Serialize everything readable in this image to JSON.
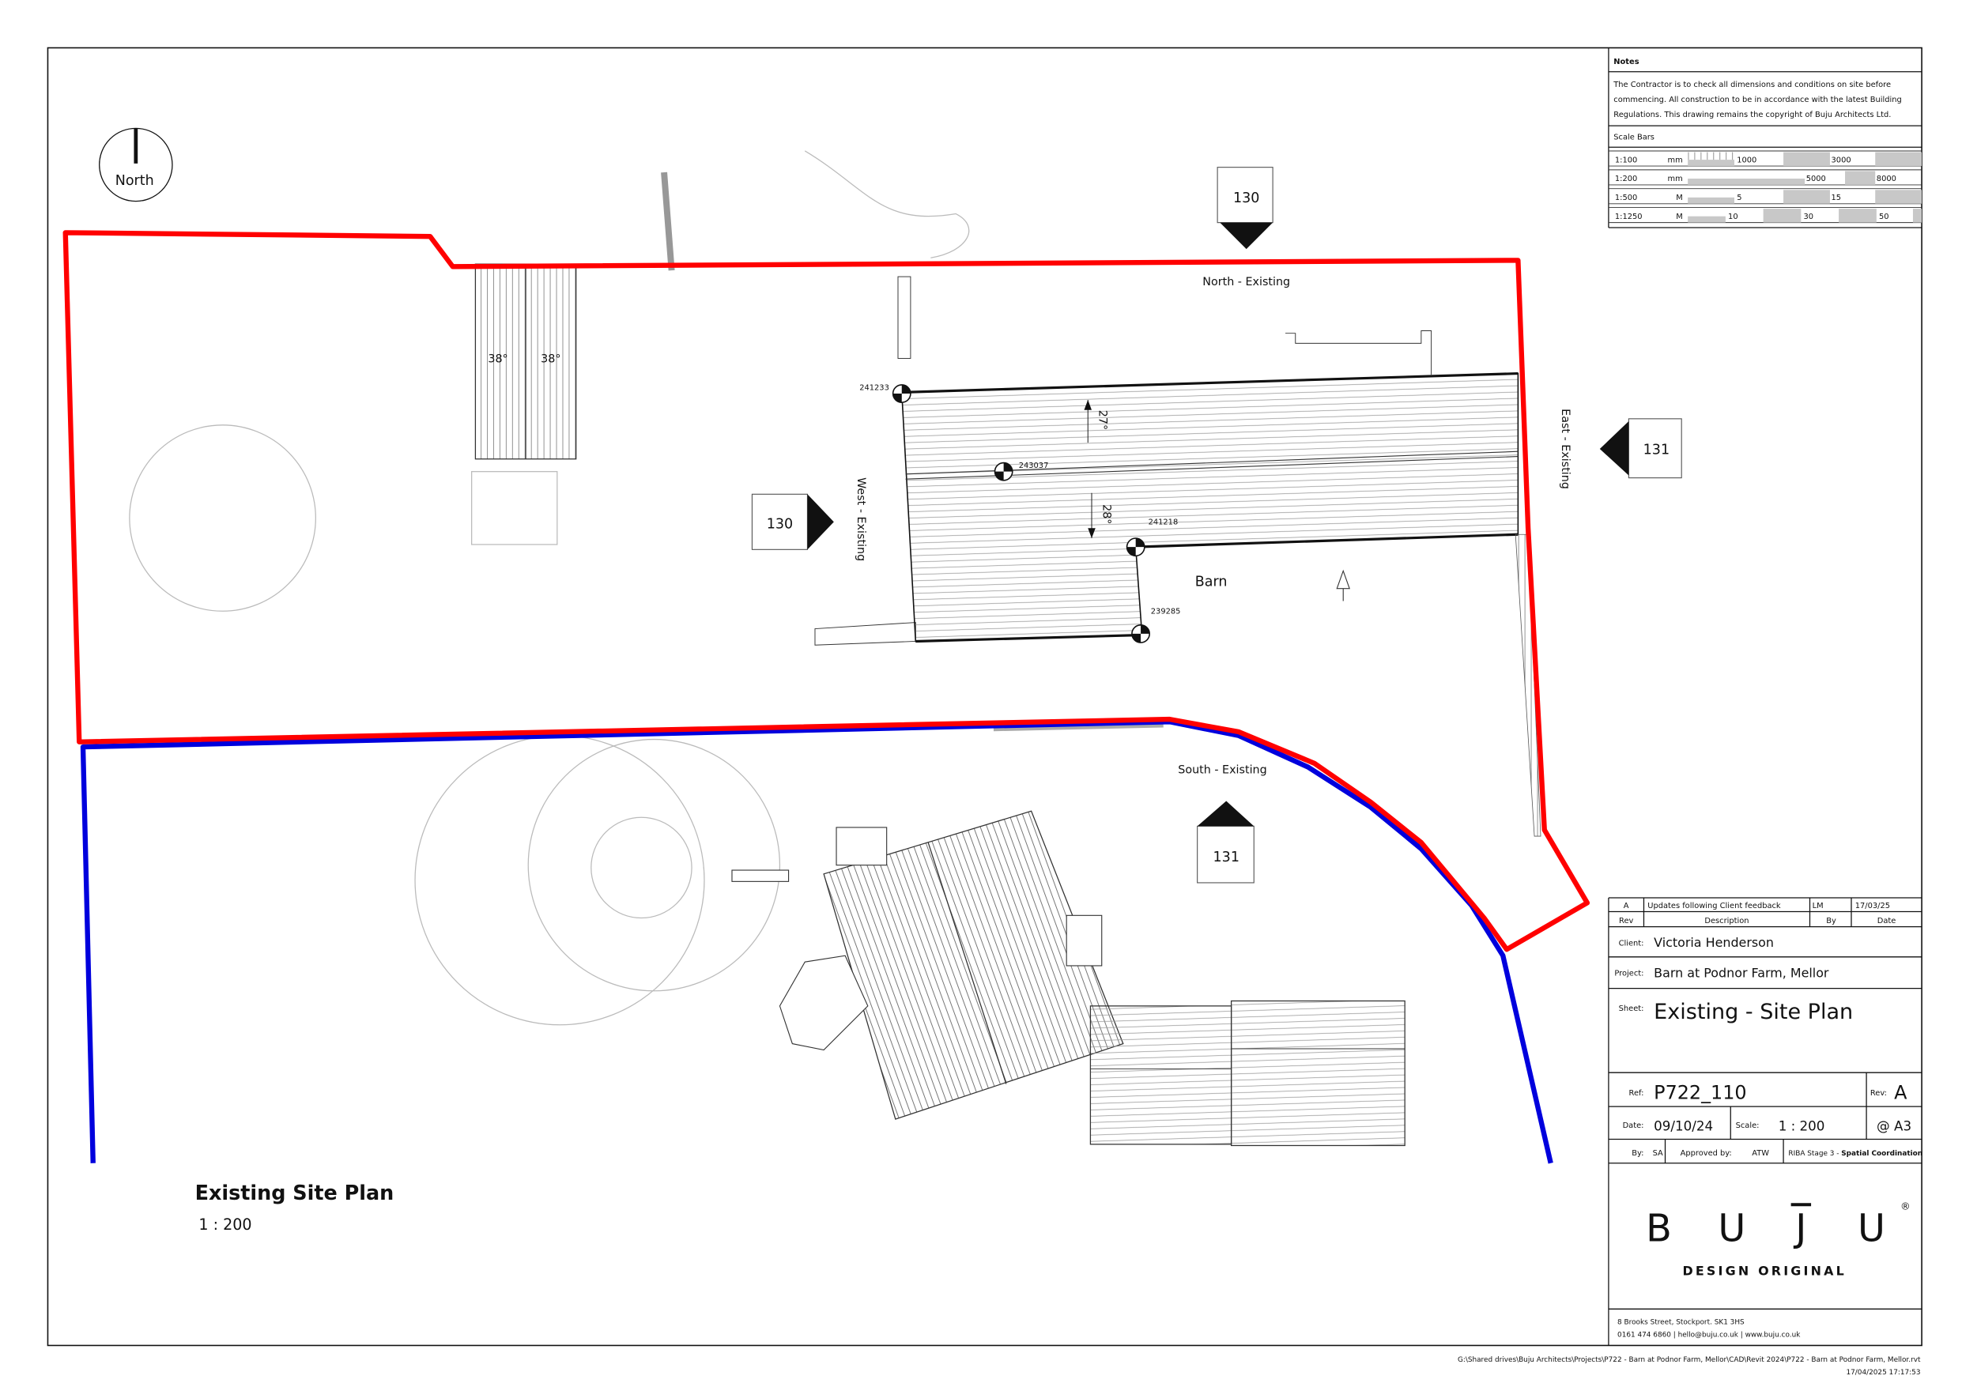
{
  "drawing": {
    "title": "Existing Site Plan",
    "scale": "1 : 200",
    "north_label": "North",
    "barn_label": "Barn",
    "elevation_labels": {
      "north": "North - Existing",
      "east": "East - Existing",
      "west": "West - Existing",
      "south": "South - Existing"
    },
    "section_markers": {
      "top": "130",
      "left": "130",
      "right": "131",
      "bottom": "131"
    },
    "levels": [
      "241233",
      "243037",
      "241218",
      "239285"
    ],
    "roof_pitches": [
      "27°",
      "28°"
    ],
    "panel_angles": [
      "38°",
      "38°"
    ],
    "colors": {
      "site_boundary": "#ff0000",
      "ownership_boundary": "#0000dd"
    }
  },
  "notes": {
    "heading": "Notes",
    "lines": [
      "The Contractor is to check all dimensions and conditions on site before",
      "commencing. All construction to be in accordance with the latest Building",
      "Regulations. This drawing remains the copyright of Buju Architects Ltd."
    ]
  },
  "scale_bars": {
    "heading": "Scale Bars",
    "rows": [
      {
        "scale": "1:100",
        "unit": "mm",
        "marks": [
          "1000",
          "3000"
        ]
      },
      {
        "scale": "1:200",
        "unit": "mm",
        "marks": [
          "5000",
          "8000"
        ]
      },
      {
        "scale": "1:500",
        "unit": "M",
        "marks": [
          "5",
          "15"
        ]
      },
      {
        "scale": "1:1250",
        "unit": "M",
        "marks": [
          "10",
          "30",
          "50"
        ]
      }
    ]
  },
  "revisions": {
    "rows": [
      {
        "rev": "A",
        "description": "Updates following Client feedback",
        "by": "LM",
        "date": "17/03/25"
      }
    ],
    "headers": {
      "rev": "Rev",
      "description": "Description",
      "by": "By",
      "date": "Date"
    }
  },
  "title_block": {
    "client_label": "Client:",
    "client": "Victoria Henderson",
    "project_label": "Project:",
    "project": "Barn at Podnor Farm, Mellor",
    "sheet_label": "Sheet:",
    "sheet": "Existing - Site Plan",
    "ref_label": "Ref:",
    "ref": "P722_110",
    "rev_label": "Rev:",
    "rev": "A",
    "date_label": "Date:",
    "date": "09/10/24",
    "scale_label": "Scale:",
    "scale": "1 : 200",
    "paper": "@ A3",
    "by_label": "By:",
    "by": "SA",
    "approved_label": "Approved by:",
    "approved": "ATW",
    "stage": "RIBA Stage 3 - ",
    "stage_bold": "Spatial Coordination"
  },
  "logo": {
    "wordmark": "BUJU",
    "letters": [
      "B",
      "U",
      "J",
      "U"
    ],
    "tagline": "DESIGN ORIGINAL",
    "registered": "®"
  },
  "address": {
    "line1": "8 Brooks Street, Stockport. SK1 3HS",
    "line2": "0161 474 6860 | hello@buju.co.uk | www.buju.co.uk"
  },
  "footer": {
    "path": "G:\\Shared drives\\Buju Architects\\Projects\\P722 - Barn at Podnor Farm, Mellor\\CAD\\Revit 2024\\P722 - Barn at Podnor Farm, Mellor.rvt",
    "timestamp": "17/04/2025 17:17:53"
  }
}
